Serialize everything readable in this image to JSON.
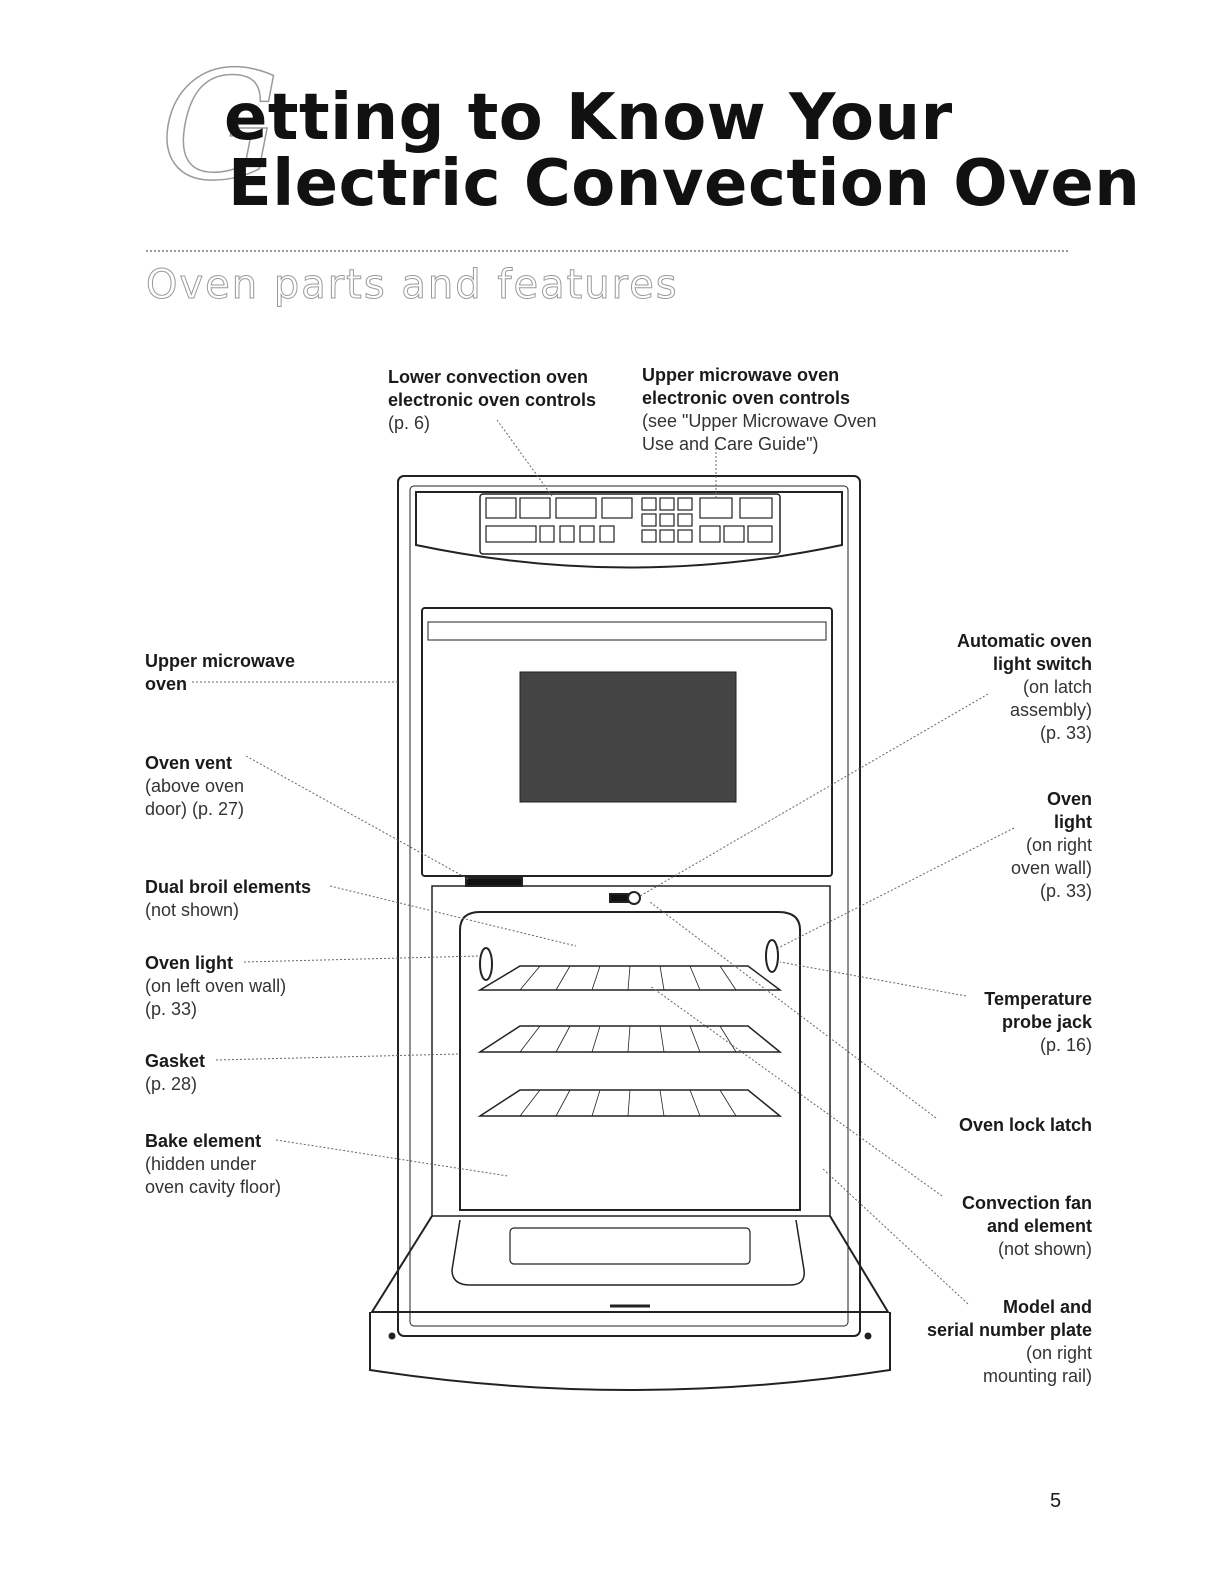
{
  "header": {
    "initial": "G",
    "title_line1": "etting to Know Your",
    "title_line2": "Electric Convection Oven",
    "section": "Oven parts and features"
  },
  "callouts": {
    "lower_controls": {
      "bold": [
        "Lower convection oven",
        "electronic oven controls"
      ],
      "note": [
        "(p. 6)"
      ]
    },
    "upper_controls": {
      "bold": [
        "Upper microwave oven",
        "electronic oven controls"
      ],
      "note": [
        "(see \"Upper Microwave Oven",
        "Use and Care Guide\")"
      ]
    },
    "upper_microwave": {
      "bold": [
        "Upper microwave",
        "oven"
      ],
      "note": []
    },
    "oven_vent": {
      "bold": [
        "Oven vent"
      ],
      "note": [
        "(above oven",
        "door) (p. 27)"
      ]
    },
    "dual_broil": {
      "bold": [
        "Dual broil elements"
      ],
      "note": [
        "(not shown)"
      ]
    },
    "oven_light_left": {
      "bold": [
        "Oven light"
      ],
      "note": [
        "(on left oven wall)",
        "(p. 33)"
      ]
    },
    "gasket": {
      "bold": [
        "Gasket"
      ],
      "note": [
        "(p. 28)"
      ]
    },
    "bake_element": {
      "bold": [
        "Bake element"
      ],
      "note": [
        "(hidden under",
        "oven cavity floor)"
      ]
    },
    "auto_light_switch": {
      "bold": [
        "Automatic oven",
        "light switch"
      ],
      "note": [
        "(on latch",
        "assembly)",
        "(p. 33)"
      ]
    },
    "oven_light_right": {
      "bold": [
        "Oven",
        "light"
      ],
      "note": [
        "(on right",
        "oven wall)",
        "(p. 33)"
      ]
    },
    "temp_probe": {
      "bold": [
        "Temperature",
        "probe jack"
      ],
      "note": [
        "(p. 16)"
      ]
    },
    "lock_latch": {
      "bold": [
        "Oven lock latch"
      ],
      "note": []
    },
    "convection_fan": {
      "bold": [
        "Convection fan",
        "and element"
      ],
      "note": [
        "(not shown)"
      ]
    },
    "model_plate": {
      "bold": [
        "Model and",
        "serial number plate"
      ],
      "note": [
        "(on right",
        "mounting rail)"
      ]
    }
  },
  "footer": {
    "page_number": "5"
  }
}
